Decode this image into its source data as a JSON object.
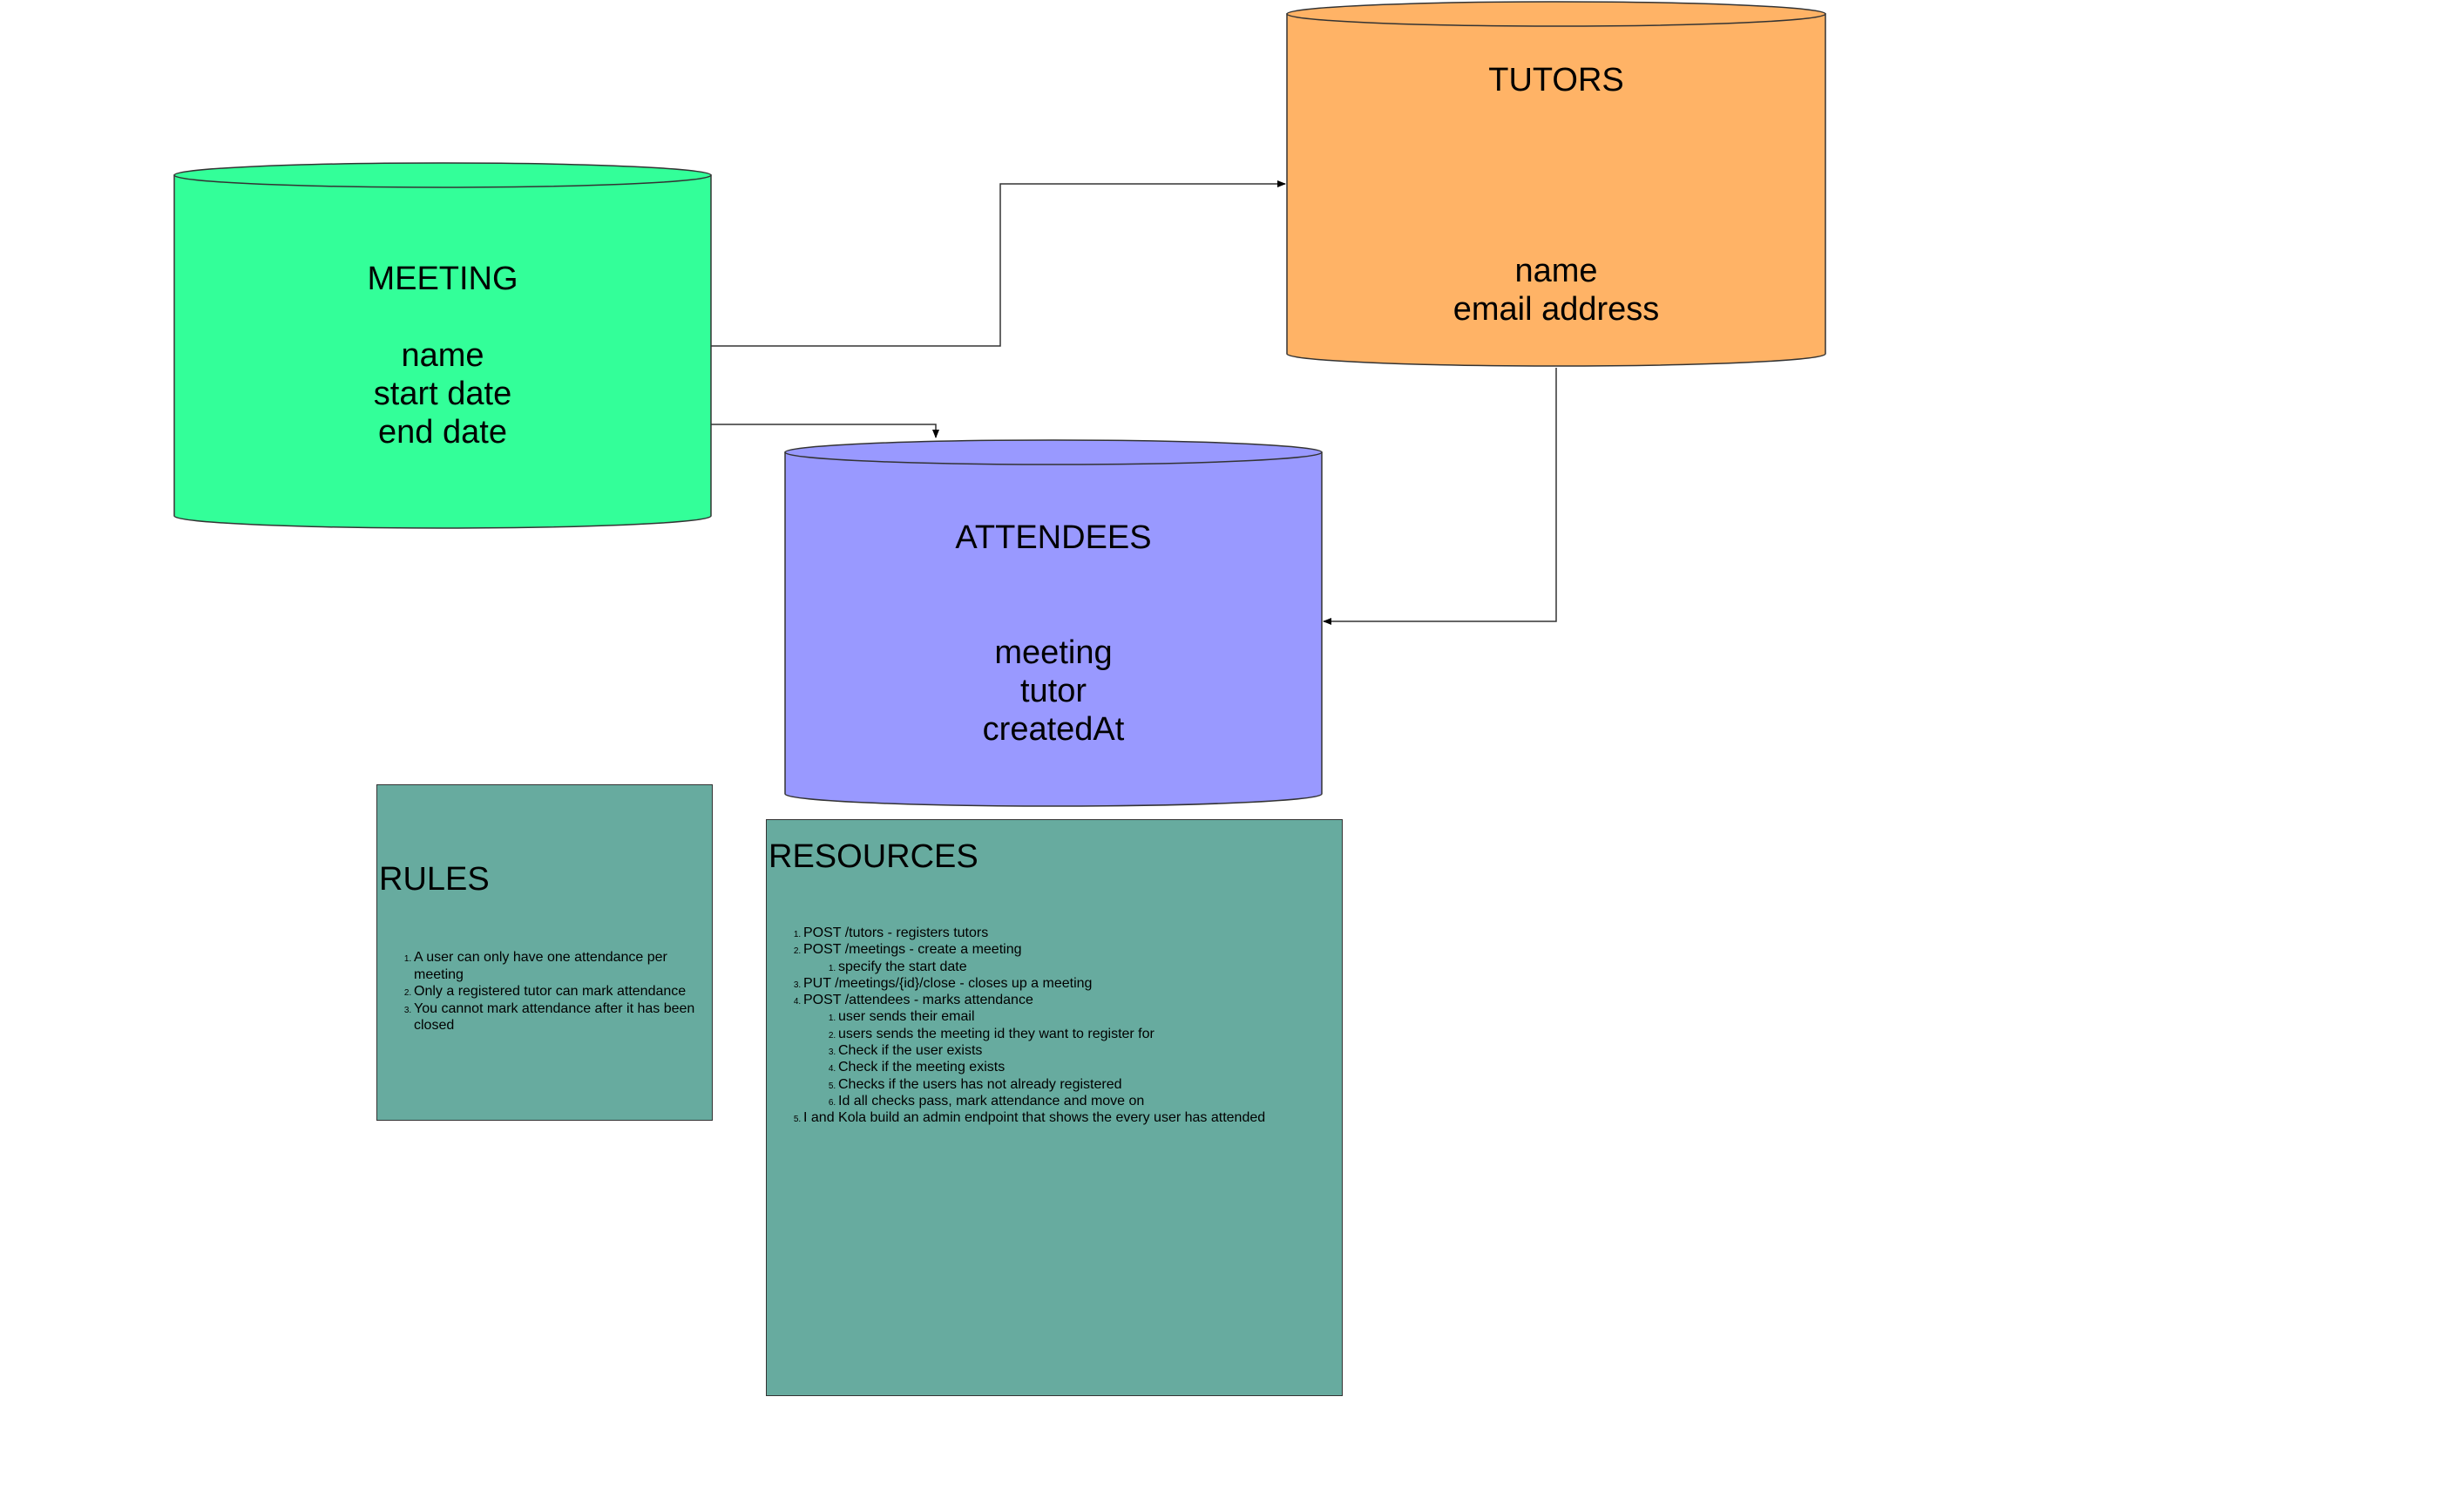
{
  "diagram": {
    "meeting": {
      "title": "MEETING",
      "fields": [
        "name",
        "start date",
        "end date"
      ],
      "fill": "#33FF99"
    },
    "tutors": {
      "title": "TUTORS",
      "fields": [
        "name",
        "email address"
      ],
      "fill": "#FFB366"
    },
    "attendees": {
      "title": "ATTENDEES",
      "fields": [
        "meeting",
        "tutor",
        "createdAt"
      ],
      "fill": "#9999FF"
    },
    "note_fill": "#67AB9F",
    "edges": [
      {
        "from": "meeting",
        "to": "tutors"
      },
      {
        "from": "meeting",
        "to": "attendees"
      },
      {
        "from": "tutors",
        "to": "attendees"
      }
    ]
  },
  "rules": {
    "title": "RULES",
    "items": [
      " A user can only have one attendance per meeting",
      "Only a registered tutor can mark attendance",
      "You cannot mark attendance after it has been closed"
    ]
  },
  "resources": {
    "title": "RESOURCES",
    "items": [
      {
        "text": "POST /tutors - registers tutors",
        "sub": []
      },
      {
        "text": "POST /meetings - create a meeting",
        "sub": [
          "specify the start date"
        ]
      },
      {
        "text": "PUT /meetings/{id}/close - closes up a meeting",
        "sub": []
      },
      {
        "text": "POST /attendees - marks attendance",
        "sub": [
          "user sends their email",
          "users sends the meeting id they want to register for",
          "Check if the user exists",
          "Check if the meeting exists",
          "Checks if the users has not already registered",
          "Id all checks pass, mark attendance and move on"
        ]
      },
      {
        "text": "I and Kola build an admin endpoint that shows the every user has attended",
        "sub": []
      }
    ]
  }
}
